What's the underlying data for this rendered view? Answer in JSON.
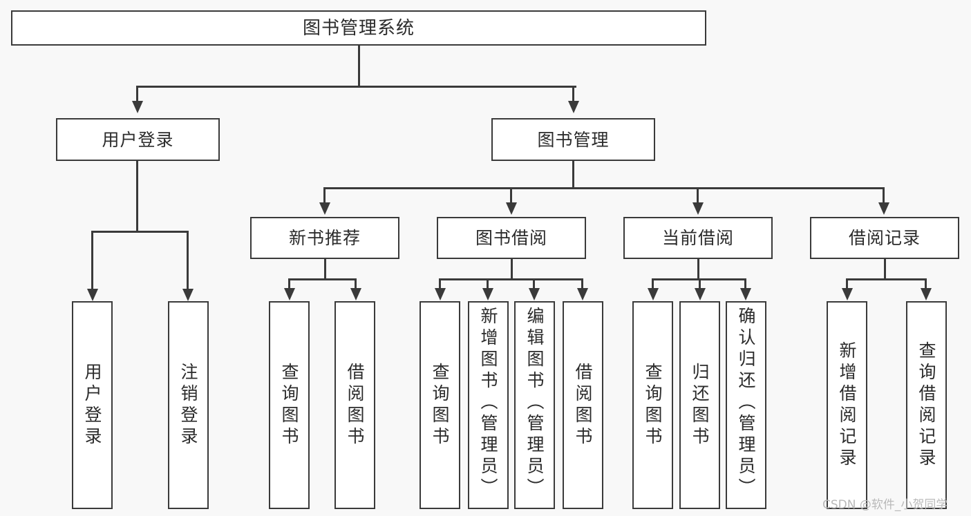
{
  "diagram": {
    "type": "tree-hierarchy-chart",
    "root": {
      "label": "图书管理系统"
    },
    "level2": [
      {
        "label": "用户登录"
      },
      {
        "label": "图书管理"
      }
    ],
    "level3": [
      {
        "label": "新书推荐"
      },
      {
        "label": "图书借阅"
      },
      {
        "label": "当前借阅"
      },
      {
        "label": "借阅记录"
      }
    ],
    "leaves": {
      "user_login": [
        {
          "label": "用户登录"
        },
        {
          "label": "注销登录"
        }
      ],
      "new_book_recommend": [
        {
          "label": "查询图书"
        },
        {
          "label": "借阅图书"
        }
      ],
      "book_borrow": [
        {
          "label": "查询图书"
        },
        {
          "label": "新增图书（管理员）"
        },
        {
          "label": "编辑图书（管理员）"
        },
        {
          "label": "借阅图书"
        }
      ],
      "current_borrow": [
        {
          "label": "查询图书"
        },
        {
          "label": "归还图书"
        },
        {
          "label": "确认归还（管理员）"
        }
      ],
      "borrow_record": [
        {
          "label": "新增借阅记录"
        },
        {
          "label": "查询借阅记录"
        }
      ]
    }
  },
  "watermark": {
    "text": "CSDN @软件_小贺同学"
  },
  "colors": {
    "stroke": "#3a3a3a",
    "text": "#2b2b2b",
    "box_fill": "#ffffff",
    "canvas": "#f8f8f8",
    "watermark": "#b9b9b9"
  }
}
